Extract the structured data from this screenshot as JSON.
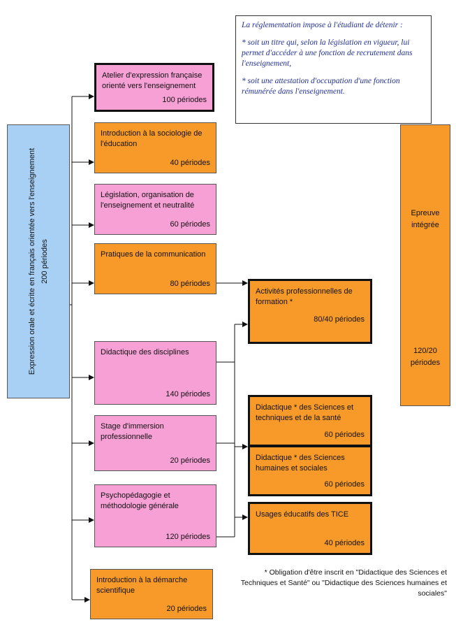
{
  "note": {
    "line1": "La réglementation impose à l'étudiant de détenir :",
    "line2": "* soit un titre qui, selon la législation en vigueur, lui permet d'accéder à une fonction de recrutement dans l'enseignement,",
    "line3": "* soit une attestation d'occupation d'une fonction rémunérée dans l'enseignement."
  },
  "expression": {
    "title": "Expression orale et écrite en français orientée vers l'enseignement",
    "periods": "200 périodes"
  },
  "modules": [
    {
      "title": "Atelier d'expression française orienté vers l'enseignement",
      "periods": "100 périodes"
    },
    {
      "title": "Introduction à la sociologie de l'éducation",
      "periods": "40 périodes"
    },
    {
      "title": "Législation, organisation de l'enseignement et neutralité",
      "periods": "60 périodes"
    },
    {
      "title": "Pratiques de la communication",
      "periods": "80 périodes"
    },
    {
      "title": "Didactique des disciplines",
      "periods": "140 périodes"
    },
    {
      "title": "Stage d'immersion professionnelle",
      "periods": "20 périodes"
    },
    {
      "title": "Psychopédagogie et méthodologie générale",
      "periods": "120 périodes"
    },
    {
      "title": "Introduction à la démarche scientifique",
      "periods": "20 périodes"
    }
  ],
  "right_modules": [
    {
      "title": "Activités professionnelles de formation *",
      "periods": "80/40  périodes"
    },
    {
      "title": "Didactique * des Sciences et techniques et  de la santé",
      "periods": "60 périodes"
    },
    {
      "title": "Didactique * des Sciences humaines et sociales",
      "periods": "60 périodes"
    },
    {
      "title": "Usages éducatifs des TICE",
      "periods": "40 périodes"
    }
  ],
  "epreuve": {
    "title_line1": "Epreuve",
    "title_line2": "intégrée",
    "periods_line1": "120/20",
    "periods_line2": "périodes"
  },
  "footnote": "* Obligation d'être inscrit en \"Didactique des Sciences et Techniques et Santé\" ou \"Didactique des Sciences humaines et sociales\""
}
